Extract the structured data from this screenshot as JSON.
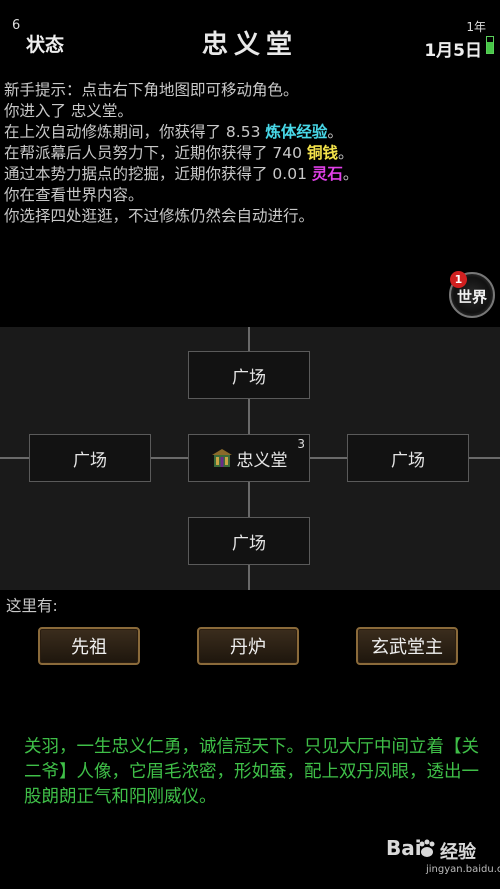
{
  "header": {
    "status_level": "6",
    "status_label": "状态",
    "title": "忠义堂",
    "year": "1年",
    "date": "1月5日",
    "day_progress": 0.7,
    "day_bar_color": "#48c648"
  },
  "log": {
    "l1": "新手提示：点击右下角地图即可移动角色。",
    "l2": "你进入了 忠义堂。",
    "l3_pre": "在上次自动修炼期间，你获得了 8.53 ",
    "l3_hl": "炼体经验",
    "l3_post": "。",
    "l4_pre": "在帮派幕后人员努力下，近期你获得了 740 ",
    "l4_hl": "铜钱",
    "l4_post": "。",
    "l5_pre": "通过本势力据点的挖掘，近期你获得了 0.01 ",
    "l5_hl": "灵石",
    "l5_post": "。",
    "l6": "你在查看世界内容。",
    "l7": "你选择四处逛逛，不过修炼仍然会自动进行。",
    "colors": {
      "exp": "#48d8e8",
      "coin": "#f3e24a",
      "stone": "#e040e8"
    }
  },
  "world": {
    "label": "世界",
    "badge": "1"
  },
  "map": {
    "north": "广场",
    "west": "广场",
    "center": "忠义堂",
    "center_count": "3",
    "east": "广场",
    "south": "广场"
  },
  "here": {
    "label": "这里有:",
    "npcs": [
      "先祖",
      "丹炉",
      "玄武堂主"
    ]
  },
  "description": "关羽，一生忠义仁勇，诚信冠天下。只见大厅中间立着【关二爷】人像，它眉毛浓密，形如蚕，配上双丹凤眼，透出一股朗朗正气和阳刚威仪。",
  "watermark": {
    "logo": "Bai",
    "brand": "经验",
    "url": "jingyan.baidu.com"
  }
}
